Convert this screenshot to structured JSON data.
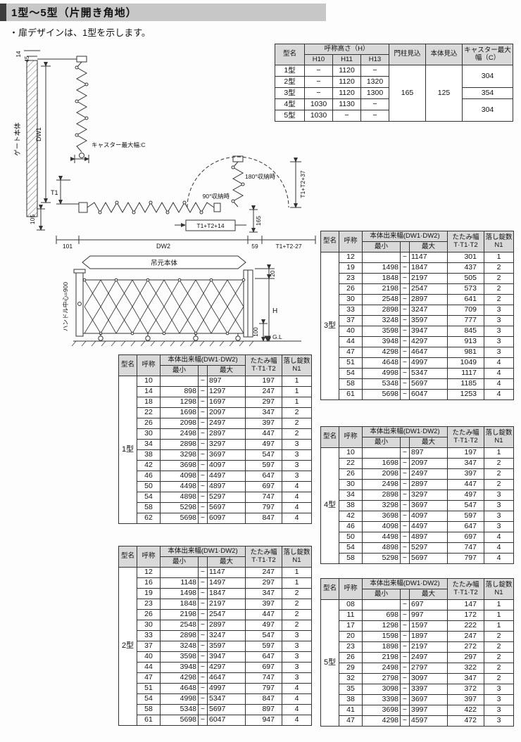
{
  "header": {
    "title": "1型～5型（片開き角地）",
    "note": "・扉デザインは、1型を示します。"
  },
  "height_table": {
    "headers": {
      "model": "型名",
      "height_group": "呼称高さ（H）",
      "h10": "H10",
      "h11": "H11",
      "h13": "H13",
      "pillar": "門柱見込",
      "body": "本体見込",
      "caster": "キャスター最大幅（C）"
    },
    "rows": [
      {
        "model": "1型",
        "h10": "−",
        "h11": "1120",
        "h13": "−"
      },
      {
        "model": "2型",
        "h10": "−",
        "h11": "1120",
        "h13": "1320"
      },
      {
        "model": "3型",
        "h10": "−",
        "h11": "1120",
        "h13": "1300"
      },
      {
        "model": "4型",
        "h10": "1030",
        "h11": "1130",
        "h13": "−"
      },
      {
        "model": "5型",
        "h10": "1030",
        "h11": "−",
        "h13": "−"
      }
    ],
    "pillar_value": "165",
    "body_value": "125",
    "casters": {
      "c12": "304",
      "c3": "354",
      "c45": "304"
    }
  },
  "spec_headers": {
    "model": "型名",
    "code": "呼称",
    "width": "本体出来幅(DW1·DW2)",
    "min": "最小",
    "tilde": "~",
    "max": "最大",
    "fold": "たたみ幅",
    "fold_sub": "T·T1·T2",
    "locks": "落し錠数",
    "locks_sub": "N1"
  },
  "tables": {
    "t1": {
      "model": "1型",
      "rows": [
        [
          "10",
          "",
          "897",
          "197",
          "1"
        ],
        [
          "14",
          "898",
          "1297",
          "247",
          "1"
        ],
        [
          "18",
          "1298",
          "1697",
          "297",
          "1"
        ],
        [
          "22",
          "1698",
          "2097",
          "347",
          "2"
        ],
        [
          "26",
          "2098",
          "2497",
          "397",
          "2"
        ],
        [
          "30",
          "2498",
          "2897",
          "447",
          "2"
        ],
        [
          "34",
          "2898",
          "3297",
          "497",
          "3"
        ],
        [
          "38",
          "3298",
          "3697",
          "547",
          "3"
        ],
        [
          "42",
          "3698",
          "4097",
          "597",
          "3"
        ],
        [
          "46",
          "4098",
          "4497",
          "647",
          "3"
        ],
        [
          "50",
          "4498",
          "4897",
          "697",
          "4"
        ],
        [
          "54",
          "4898",
          "5297",
          "747",
          "4"
        ],
        [
          "58",
          "5298",
          "5697",
          "797",
          "4"
        ],
        [
          "62",
          "5698",
          "6097",
          "847",
          "4"
        ]
      ]
    },
    "t2": {
      "model": "2型",
      "rows": [
        [
          "12",
          "",
          "1147",
          "247",
          "1"
        ],
        [
          "16",
          "1148",
          "1497",
          "297",
          "1"
        ],
        [
          "19",
          "1498",
          "1847",
          "347",
          "2"
        ],
        [
          "23",
          "1848",
          "2197",
          "397",
          "2"
        ],
        [
          "26",
          "2198",
          "2547",
          "447",
          "2"
        ],
        [
          "30",
          "2548",
          "2897",
          "497",
          "2"
        ],
        [
          "33",
          "2898",
          "3247",
          "547",
          "3"
        ],
        [
          "37",
          "3248",
          "3597",
          "597",
          "3"
        ],
        [
          "40",
          "3598",
          "3947",
          "647",
          "3"
        ],
        [
          "44",
          "3948",
          "4297",
          "697",
          "3"
        ],
        [
          "47",
          "4298",
          "4647",
          "747",
          "3"
        ],
        [
          "51",
          "4648",
          "4997",
          "797",
          "4"
        ],
        [
          "54",
          "4998",
          "5347",
          "847",
          "4"
        ],
        [
          "58",
          "5348",
          "5697",
          "897",
          "4"
        ],
        [
          "61",
          "5698",
          "6047",
          "947",
          "4"
        ]
      ]
    },
    "t3": {
      "model": "3型",
      "rows": [
        [
          "12",
          "",
          "1147",
          "301",
          "1"
        ],
        [
          "19",
          "1498",
          "1847",
          "437",
          "2"
        ],
        [
          "23",
          "1848",
          "2197",
          "505",
          "2"
        ],
        [
          "26",
          "2198",
          "2547",
          "573",
          "2"
        ],
        [
          "30",
          "2548",
          "2897",
          "641",
          "2"
        ],
        [
          "33",
          "2898",
          "3247",
          "709",
          "3"
        ],
        [
          "37",
          "3248",
          "3597",
          "777",
          "3"
        ],
        [
          "40",
          "3598",
          "3947",
          "845",
          "3"
        ],
        [
          "44",
          "3948",
          "4297",
          "913",
          "3"
        ],
        [
          "47",
          "4298",
          "4647",
          "981",
          "3"
        ],
        [
          "51",
          "4648",
          "4997",
          "1049",
          "4"
        ],
        [
          "54",
          "4998",
          "5347",
          "1117",
          "4"
        ],
        [
          "58",
          "5348",
          "5697",
          "1185",
          "4"
        ],
        [
          "61",
          "5698",
          "6047",
          "1253",
          "4"
        ]
      ]
    },
    "t4": {
      "model": "4型",
      "rows": [
        [
          "10",
          "",
          "897",
          "197",
          "1"
        ],
        [
          "22",
          "1698",
          "2097",
          "347",
          "2"
        ],
        [
          "26",
          "2098",
          "2497",
          "397",
          "2"
        ],
        [
          "30",
          "2498",
          "2897",
          "447",
          "2"
        ],
        [
          "34",
          "2898",
          "3297",
          "497",
          "3"
        ],
        [
          "38",
          "3298",
          "3697",
          "547",
          "3"
        ],
        [
          "42",
          "3698",
          "4097",
          "597",
          "3"
        ],
        [
          "46",
          "4098",
          "4497",
          "647",
          "3"
        ],
        [
          "50",
          "4498",
          "4897",
          "697",
          "4"
        ],
        [
          "54",
          "4898",
          "5297",
          "747",
          "4"
        ],
        [
          "58",
          "5298",
          "5697",
          "797",
          "4"
        ]
      ]
    },
    "t5": {
      "model": "5型",
      "rows": [
        [
          "08",
          "",
          "697",
          "147",
          "1"
        ],
        [
          "11",
          "698",
          "997",
          "172",
          "1"
        ],
        [
          "17",
          "1298",
          "1597",
          "222",
          "1"
        ],
        [
          "20",
          "1598",
          "1897",
          "247",
          "2"
        ],
        [
          "23",
          "1898",
          "2197",
          "272",
          "2"
        ],
        [
          "26",
          "2198",
          "2497",
          "297",
          "2"
        ],
        [
          "29",
          "2498",
          "2797",
          "322",
          "2"
        ],
        [
          "32",
          "2798",
          "3097",
          "347",
          "2"
        ],
        [
          "35",
          "3098",
          "3397",
          "372",
          "3"
        ],
        [
          "38",
          "3398",
          "3697",
          "397",
          "3"
        ],
        [
          "41",
          "3698",
          "3997",
          "422",
          "3"
        ],
        [
          "47",
          "4298",
          "4597",
          "472",
          "3"
        ]
      ]
    }
  },
  "diagram": {
    "dim14": "14",
    "dim45": "45",
    "gate_body": "ゲート本体",
    "dw1": "DW1",
    "caster": "キャスター最大幅:C",
    "t1": "T1",
    "deg90": "90°収納時",
    "deg180": "180°収納時",
    "t1t2p37": "T1+T2+37",
    "t1t2p14": "T1+T2+14",
    "dim165": "165",
    "dim105": "105",
    "dim101": "101",
    "dw2": "DW2",
    "dim59": "59",
    "t1t2m27": "T1+T2-27",
    "hanging": "吊元本体",
    "handle": "ハンドル中心=900",
    "dim20": "20",
    "h": "H",
    "dim100": "100",
    "gl": "G.L"
  }
}
